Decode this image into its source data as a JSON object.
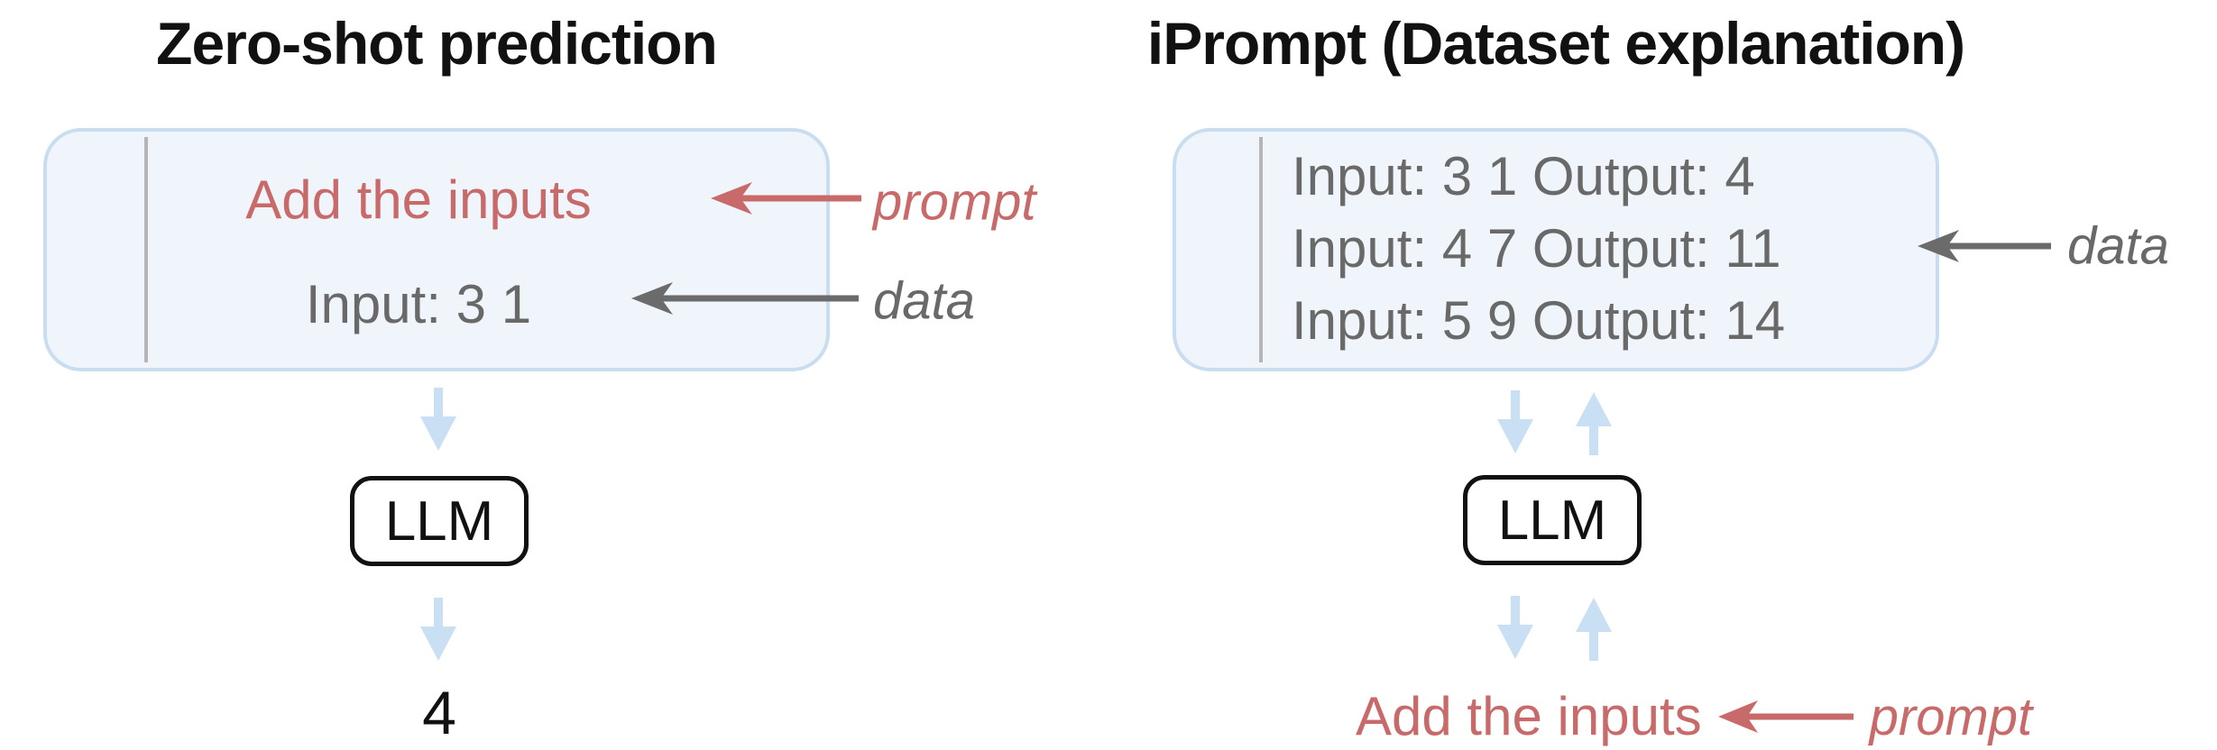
{
  "figure": {
    "left_panel": {
      "title": "Zero-shot prediction",
      "box": {
        "prompt_line": "Add the inputs",
        "data_line": "Input: 3 1"
      },
      "prompt_label": "prompt",
      "data_label": "data",
      "llm_label": "LLM",
      "output_value": "4"
    },
    "right_panel": {
      "title": "iPrompt (Dataset explanation)",
      "box": {
        "data_lines": [
          "Input: 3 1 Output: 4",
          "Input: 4 7 Output: 11",
          "Input: 5 9 Output: 14"
        ]
      },
      "data_label": "data",
      "llm_label": "LLM",
      "prompt_line": "Add the inputs",
      "prompt_label": "prompt"
    }
  },
  "colors": {
    "prompt_red": "#c96a6a",
    "data_gray": "#696969",
    "arrow_blue": "#c9dff3",
    "box_fill": "#f0f5fb",
    "box_border": "#c9ddf1",
    "bar_gray": "#b5b5b5",
    "ink": "#111111"
  }
}
